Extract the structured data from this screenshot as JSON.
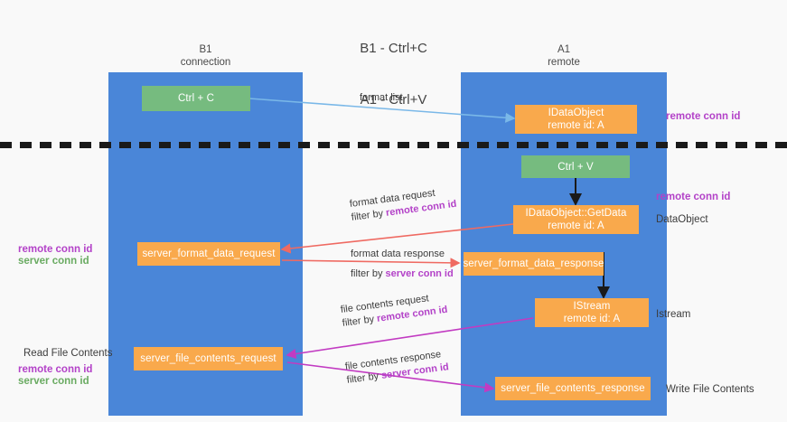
{
  "title": {
    "line1": "B1 - Ctrl+C",
    "line2": "A1 - Ctrl+V"
  },
  "colors": {
    "lane": "#4a86d8",
    "box_orange": "#f9a94c",
    "box_green": "#76bb7f",
    "remote_conn_id": "#b342c8",
    "server_conn_id": "#6aab62",
    "arrow_blue": "#7ab8e8",
    "arrow_red": "#ef6a62",
    "arrow_magenta": "#c23bc2",
    "arrow_black": "#1a1a1a",
    "background": "#f9f9f9"
  },
  "lanes": [
    {
      "id": "b1",
      "title": "B1",
      "subtitle": "connection"
    },
    {
      "id": "a1",
      "title": "A1",
      "subtitle": "remote"
    }
  ],
  "boxes": {
    "ctrl_c": {
      "line1": "Ctrl + C",
      "line2": ""
    },
    "idataobject": {
      "line1": "IDataObject",
      "line2": "remote id: A"
    },
    "ctrl_v": {
      "line1": "Ctrl + V",
      "line2": ""
    },
    "getdata": {
      "line1": "IDataObject::GetData",
      "line2": "remote id: A"
    },
    "fmt_request": {
      "line1": "server_format_data_request",
      "line2": ""
    },
    "fmt_response": {
      "line1": "server_format_data_response",
      "line2": ""
    },
    "istream": {
      "line1": "IStream",
      "line2": "remote id: A"
    },
    "file_request": {
      "line1": "server_file_contents_request",
      "line2": ""
    },
    "file_response": {
      "line1": "server_file_contents_response",
      "line2": ""
    }
  },
  "flows": [
    {
      "id": "format-list",
      "line1": "format list",
      "filter_prefix": "",
      "filter_value": ""
    },
    {
      "id": "format-data-request",
      "line1": "format data request",
      "filter_prefix": "filter by ",
      "filter_value": "remote conn id"
    },
    {
      "id": "format-data-response",
      "line1": "format data response",
      "filter_prefix": "filter by ",
      "filter_value": "server conn id"
    },
    {
      "id": "file-contents-request",
      "line1": "file contents request",
      "filter_prefix": "filter by ",
      "filter_value": "remote conn id"
    },
    {
      "id": "file-contents-response",
      "line1": "file contents response",
      "filter_prefix": "filter by ",
      "filter_value": "server conn id"
    }
  ],
  "annotations": {
    "right_remote_conn_top": "remote conn id",
    "right_remote_conn_mid": "remote conn id",
    "right_dataobject": "DataObject",
    "right_istream": "Istream",
    "right_write_file_contents": "Write File Contents",
    "left_read_file_contents": "Read File Contents",
    "left_remote_conn_id": "remote conn id",
    "left_server_conn_id": "server conn id",
    "left2_remote_conn_id": "remote conn id",
    "left2_server_conn_id": "server conn id"
  }
}
